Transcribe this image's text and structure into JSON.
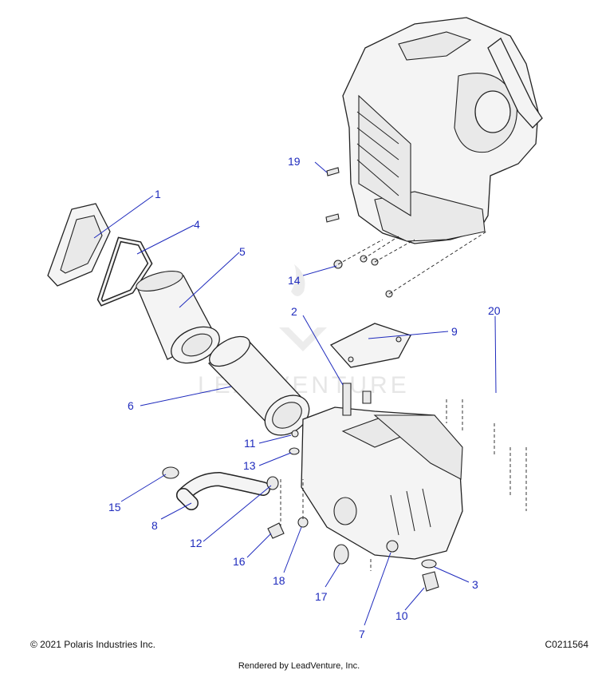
{
  "footer": {
    "copyright": "© 2021 Polaris Industries Inc.",
    "diagram_code": "C0211564",
    "rendered_by": "Rendered by LeadVenture, Inc."
  },
  "watermark": "LEADVENTURE",
  "callouts": {
    "c1": "1",
    "c2": "2",
    "c3": "3",
    "c4": "4",
    "c5": "5",
    "c6": "6",
    "c7": "7",
    "c8": "8",
    "c9": "9",
    "c10": "10",
    "c11": "11",
    "c12": "12",
    "c13": "13",
    "c14": "14",
    "c15": "15",
    "c16": "16",
    "c17": "17",
    "c18": "18",
    "c19": "19",
    "c20": "20"
  },
  "colors": {
    "callout": "#1f2bbd",
    "line": "#222222"
  }
}
